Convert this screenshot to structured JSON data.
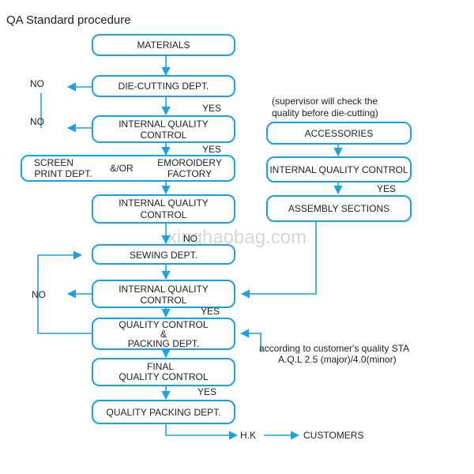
{
  "title": "QA Standard procedure",
  "watermark": "xinghaobag.com",
  "accent_color": "#1aa3df",
  "nodes": {
    "materials": "MATERIALS",
    "die_cutting": "DIE-CUTTING DEPT.",
    "iqc1": [
      "INTERNAL QUALITY",
      "CONTROL"
    ],
    "screen_print": [
      "SCREEN",
      "PRINT DEPT."
    ],
    "and_or": "&/OR",
    "embroidery": [
      "EMOROIDERY",
      "FACTORY"
    ],
    "iqc2": [
      "INTERNAL QUALITY",
      "CONTROL"
    ],
    "sewing": "SEWING DEPT.",
    "iqc3": [
      "INTERNAL QUALITY",
      "CONTROL"
    ],
    "qc_packing": [
      "QUALITY CONTROL",
      "&",
      "PACKING DEPT."
    ],
    "final_qc": [
      "FINAL",
      "QUALITY CONTROL"
    ],
    "quality_packing": "QUALITY PACKING DEPT.",
    "accessories": "ACCESSORIES",
    "iqc_right": "INTERNAL QUALITY CONTROL",
    "assembly": "ASSEMBLY SECTIONS"
  },
  "labels": {
    "no": "NO",
    "yes": "YES",
    "supervisor_note": [
      "(supervisor will check the",
      "quality before die-cutting)"
    ],
    "aql_note": [
      "according to customer's quality STA",
      "A.Q.L 2.5 (major)/4.0(minor)"
    ],
    "hk": "H.K",
    "customers": "CUSTOMERS"
  }
}
